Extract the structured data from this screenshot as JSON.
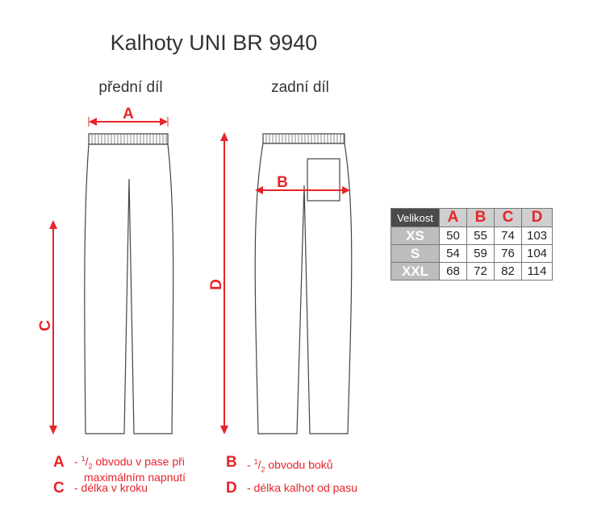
{
  "title": "Kalhoty UNI  BR 9940",
  "views": {
    "front": "přední díl",
    "back": "zadní díl"
  },
  "dimension_letters": {
    "a": "A",
    "b": "B",
    "c": "C",
    "d": "D"
  },
  "table": {
    "corner": "Velikost",
    "columns": [
      "A",
      "B",
      "C",
      "D"
    ],
    "rows": [
      {
        "size": "XS",
        "values": [
          "50",
          "55",
          "74",
          "103"
        ]
      },
      {
        "size": "S",
        "values": [
          "54",
          "59",
          "76",
          "104"
        ]
      },
      {
        "size": "XXL",
        "values": [
          "68",
          "72",
          "82",
          "114"
        ]
      }
    ]
  },
  "legend": {
    "a": {
      "letter": "A",
      "dash": "- ",
      "sup": "1",
      "sub": "2",
      "line1": " obvodu v pase při",
      "line2": "maximálním napnutí"
    },
    "b": {
      "letter": "B",
      "dash": "- ",
      "sup": "1",
      "sub": "2",
      "text": " obvodu boků"
    },
    "c": {
      "letter": "C",
      "text": "- délka v kroku"
    },
    "d": {
      "letter": "D",
      "text": "- délka kalhot od pasu"
    }
  },
  "colors": {
    "accent": "#e8232a",
    "outline": "#444444",
    "header_dark": "#4b4b4b",
    "header_light": "#cfcfcf",
    "row_header": "#bdbdbd"
  }
}
